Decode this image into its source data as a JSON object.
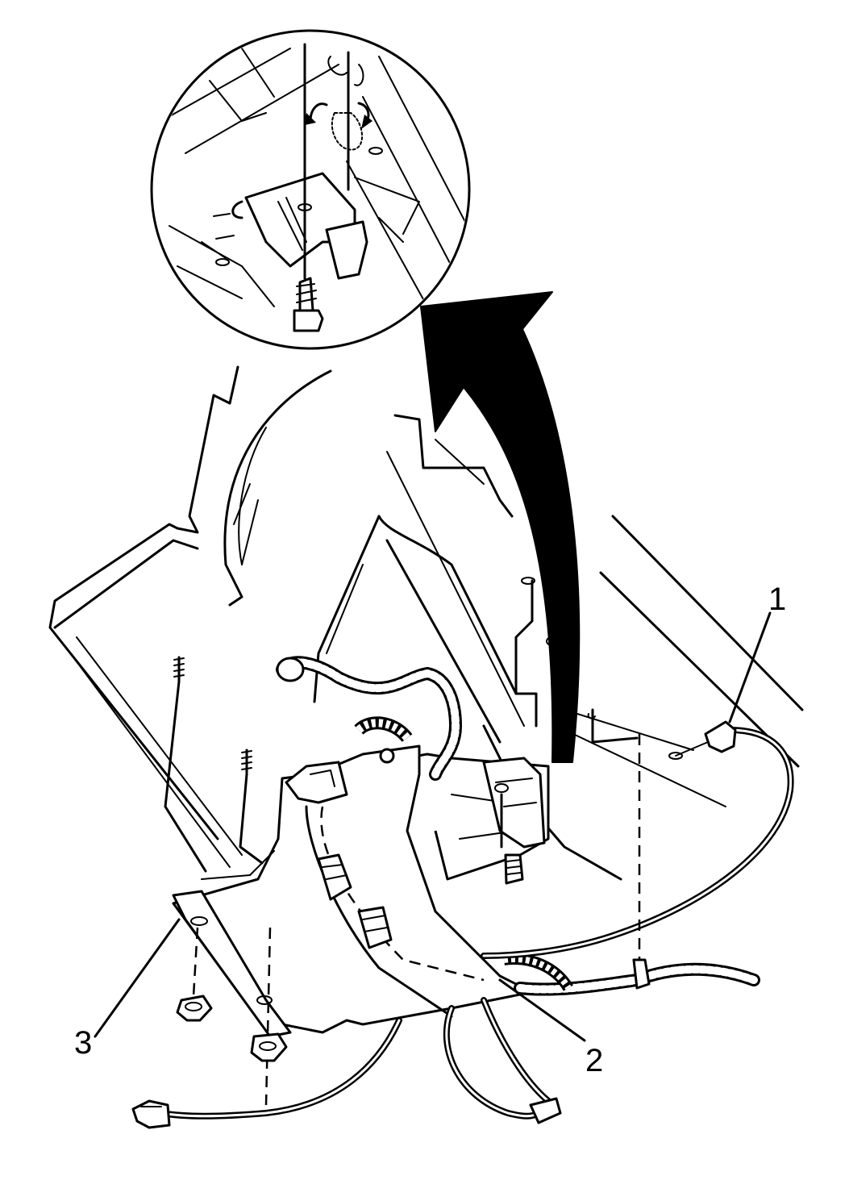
{
  "diagram": {
    "callouts": [
      {
        "id": "callout-1",
        "label": "1"
      },
      {
        "id": "callout-2",
        "label": "2"
      },
      {
        "id": "callout-3",
        "label": "3"
      }
    ],
    "colors": {
      "ink": "#000000",
      "paper": "#ffffff"
    }
  }
}
